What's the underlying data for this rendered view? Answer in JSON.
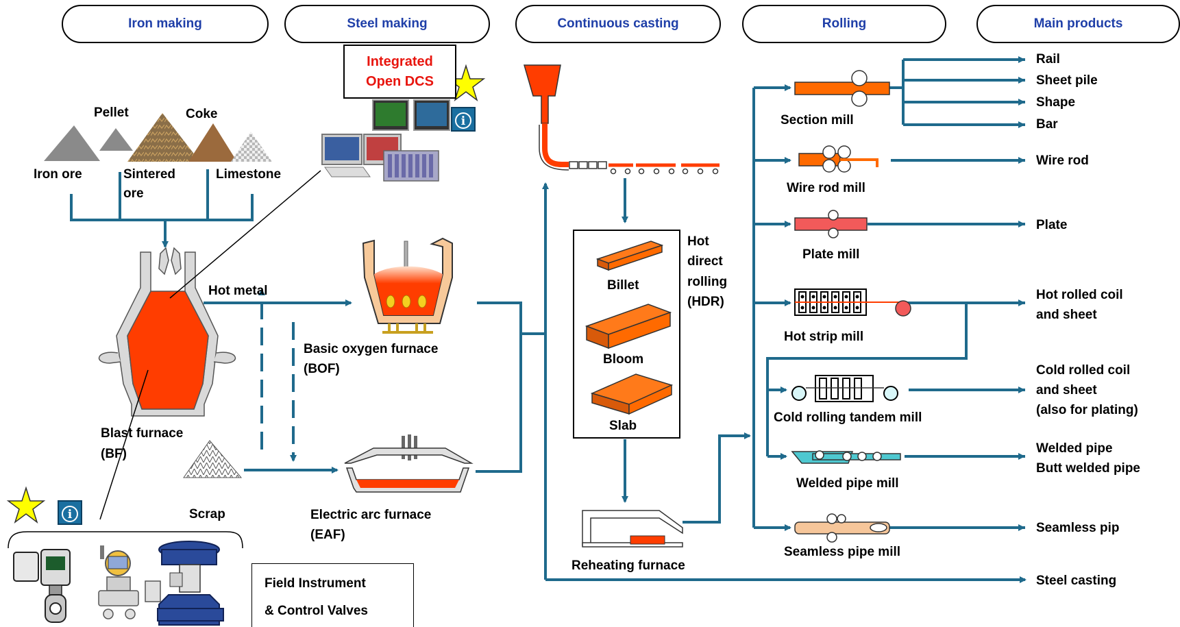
{
  "headers": [
    "Iron making",
    "Steel making",
    "Continuous casting",
    "Rolling",
    "Main products"
  ],
  "dcs_box": {
    "line1": "Integrated",
    "line2": "Open DCS"
  },
  "raw_materials": {
    "pellet": "Pellet",
    "coke": "Coke",
    "iron_ore": "Iron ore",
    "sintered_ore_1": "Sintered",
    "sintered_ore_2": "ore",
    "limestone": "Limestone"
  },
  "iron_steel": {
    "hot_metal": "Hot metal",
    "bof_1": "Basic oxygen furnace",
    "bof_2": "(BOF)",
    "bf_1": "Blast furnace",
    "bf_2": "(BF)",
    "scrap": "Scrap",
    "eaf_1": "Electric arc furnace",
    "eaf_2": "(EAF)"
  },
  "casting": {
    "billet": "Billet",
    "bloom": "Bloom",
    "slab": "Slab",
    "hdr_1": "Hot",
    "hdr_2": "direct",
    "hdr_3": "rolling",
    "hdr_4": "(HDR)",
    "reheating": "Reheating furnace"
  },
  "mills": {
    "section": "Section mill",
    "wire_rod": "Wire rod mill",
    "plate": "Plate mill",
    "hot_strip": "Hot strip mill",
    "cold_tandem": "Cold rolling tandem mill",
    "welded_pipe": "Welded pipe mill",
    "seamless_pipe": "Seamless pipe mill"
  },
  "products": {
    "rail": "Rail",
    "sheet_pile": "Sheet pile",
    "shape": "Shape",
    "bar": "Bar",
    "wire_rod": "Wire rod",
    "plate": "Plate",
    "hot_coil_1": "Hot rolled coil",
    "hot_coil_2": "and sheet",
    "cold_coil_1": "Cold rolled coil",
    "cold_coil_2": "and sheet",
    "cold_coil_3": "(also for plating)",
    "welded_1": "Welded pipe",
    "welded_2": "Butt welded pipe",
    "seamless": "Seamless pip",
    "steel_casting": "Steel casting"
  },
  "field_box": {
    "line1": "Field Instrument",
    "line2": "& Control Valves"
  },
  "info_symbol": "i",
  "colors": {
    "flow": "#1f6a8c",
    "header_text": "#1f3fa8",
    "molten": "#ff3d00",
    "product_orange": "#ff6a00",
    "dcs_text": "#e8150e",
    "star": "#ffff00",
    "info_icon": "#1a6fa0"
  }
}
